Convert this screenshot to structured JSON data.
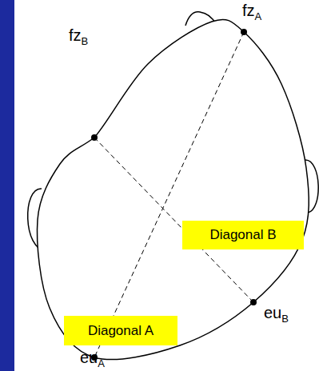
{
  "diagram": {
    "nodes": [
      {
        "text": [
          "Diagonal B"
        ]
      },
      {
        "text": [
          "Diagonal A"
        ]
      }
    ],
    "labels": [
      "fz",
      "A",
      "fz",
      "B",
      "eu",
      "B",
      "eu",
      "A"
    ]
  }
}
